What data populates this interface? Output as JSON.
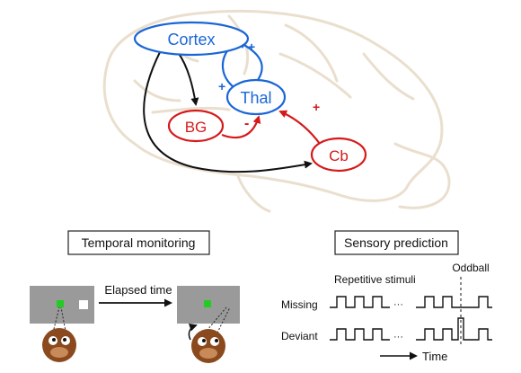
{
  "nodes": {
    "cortex": "Cortex",
    "thal": "Thal",
    "bg": "BG",
    "cb": "Cb"
  },
  "signs": {
    "cortex_to_thal": "+",
    "thal_to_cortex": "+",
    "bg_to_thal": "-",
    "cb_to_thal": "+"
  },
  "panels": {
    "temporal_monitoring": {
      "title": "Temporal monitoring",
      "arrow_label": "Elapsed time"
    },
    "sensory_prediction": {
      "title": "Sensory prediction",
      "repetitive_label": "Repetitive stimuli",
      "oddball_label": "Oddball",
      "missing_label": "Missing",
      "deviant_label": "Deviant",
      "time_label": "Time",
      "dots": "···"
    }
  },
  "colors": {
    "blue": "#1a66d6",
    "red": "#d61a1a",
    "black": "#111111",
    "brain_outline": "#eadfce",
    "screen_gray": "#9a9a9a",
    "green": "#22cc22",
    "head_brown": "#8a4a1e"
  }
}
